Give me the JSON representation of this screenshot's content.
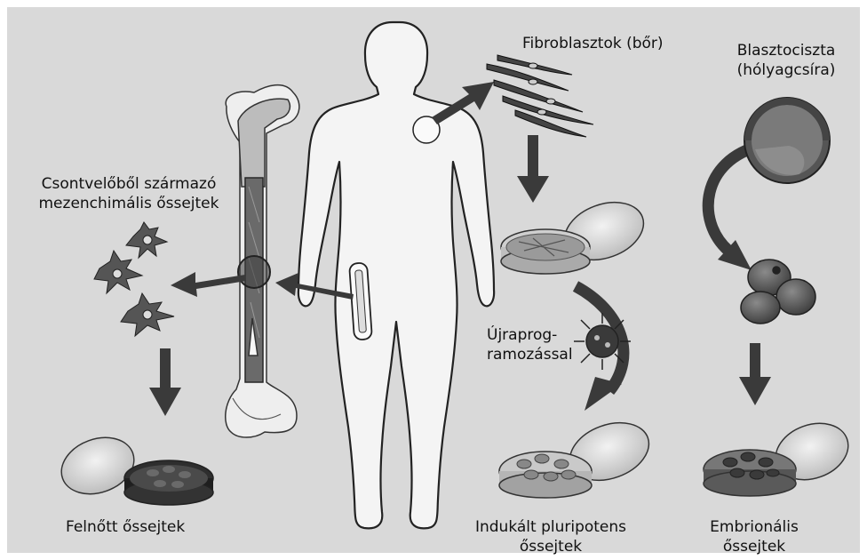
{
  "labels": {
    "fibroblasts": "Fibroblasztok (bőr)",
    "blastocyst_line1": "Blasztociszta",
    "blastocyst_line2": "(hólyagcsíra)",
    "marrow_line1": "Csontvelőből származó",
    "marrow_line2": "mezenchimális őssejtek",
    "reprog_line1": "Újraprog-",
    "reprog_line2": "ramozással",
    "adult": "Felnőtt őssejtek",
    "ips_line1": "Indukált pluripotens",
    "ips_line2": "őssejtek",
    "embryonic_line1": "Embrionális",
    "embryonic_line2": "őssejtek"
  },
  "colors": {
    "background": "#d9d9d9",
    "arrow": "#3a3a3a",
    "body_outline": "#222222",
    "cell_fill": "#5a5a5a"
  }
}
